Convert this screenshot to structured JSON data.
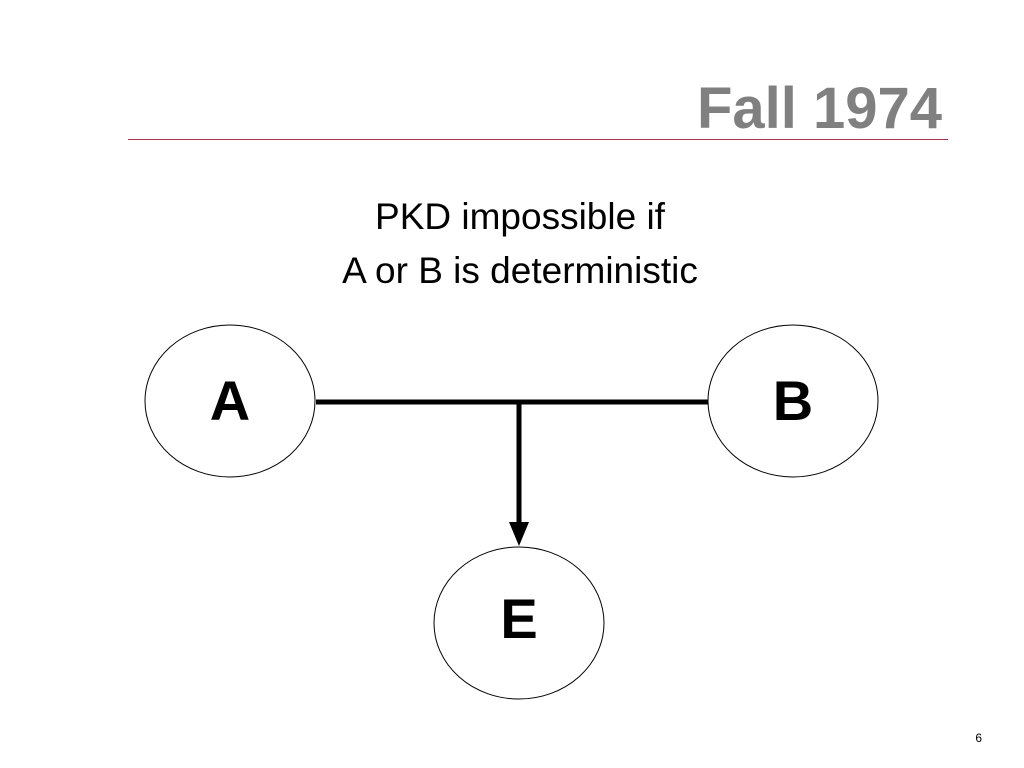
{
  "slide": {
    "title": "Fall 1974",
    "subtitle_lines": [
      "PKD impossible if",
      "A or B is deterministic"
    ],
    "page_number": "6",
    "colors": {
      "title": "#808080",
      "rule": "#b03050",
      "stroke": "#000000"
    }
  },
  "diagram": {
    "nodes": [
      {
        "id": "A",
        "label": "A"
      },
      {
        "id": "B",
        "label": "B"
      },
      {
        "id": "E",
        "label": "E"
      }
    ],
    "edges": [
      {
        "from": "A",
        "to": "B",
        "arrow": false
      },
      {
        "from": "A-B link",
        "to": "E",
        "arrow": true
      }
    ]
  }
}
